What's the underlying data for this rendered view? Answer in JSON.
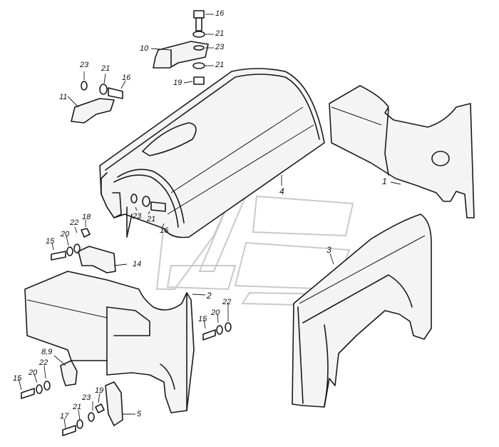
{
  "callouts": [
    {
      "id": "c16a",
      "text": "16"
    },
    {
      "id": "c21a",
      "text": "21"
    },
    {
      "id": "c23a",
      "text": "23"
    },
    {
      "id": "c10",
      "text": "10"
    },
    {
      "id": "c21b",
      "text": "21"
    },
    {
      "id": "c19a",
      "text": "19"
    },
    {
      "id": "c23b",
      "text": "23"
    },
    {
      "id": "c21c",
      "text": "21"
    },
    {
      "id": "c16b",
      "text": "16"
    },
    {
      "id": "c11",
      "text": "11"
    },
    {
      "id": "c4",
      "text": "4"
    },
    {
      "id": "c1",
      "text": "1"
    },
    {
      "id": "c23c",
      "text": "23"
    },
    {
      "id": "c21d",
      "text": "21"
    },
    {
      "id": "c16c",
      "text": "16"
    },
    {
      "id": "c22a",
      "text": "22"
    },
    {
      "id": "c18",
      "text": "18"
    },
    {
      "id": "c15a",
      "text": "15"
    },
    {
      "id": "c20a",
      "text": "20"
    },
    {
      "id": "c14",
      "text": "14"
    },
    {
      "id": "c3",
      "text": "3"
    },
    {
      "id": "c2",
      "text": "2"
    },
    {
      "id": "c22b",
      "text": "22"
    },
    {
      "id": "c20b",
      "text": "20"
    },
    {
      "id": "c15b",
      "text": "15"
    },
    {
      "id": "c89",
      "text": "8,9"
    },
    {
      "id": "c22c",
      "text": "22"
    },
    {
      "id": "c20c",
      "text": "20"
    },
    {
      "id": "c15c",
      "text": "15"
    },
    {
      "id": "c23d",
      "text": "23"
    },
    {
      "id": "c19b",
      "text": "19"
    },
    {
      "id": "c21e",
      "text": "21"
    },
    {
      "id": "c17",
      "text": "17"
    },
    {
      "id": "c5",
      "text": "5"
    }
  ]
}
